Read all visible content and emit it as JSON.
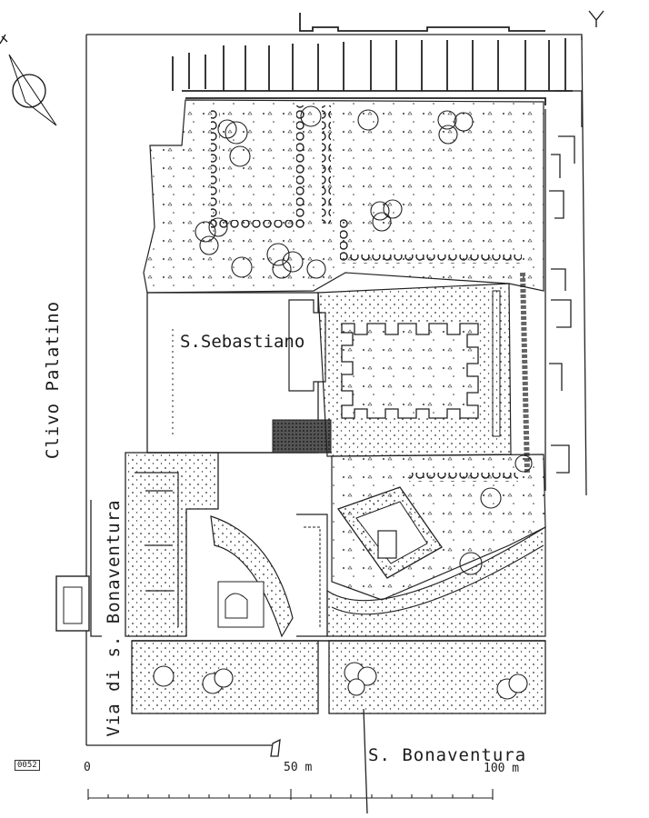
{
  "labels": {
    "street_left": "Clivo Palatino",
    "street_lower_left": "Via di s. Bonaventura",
    "church_main": "S.Sebastiano",
    "church_lower": "S. Bonaventura"
  },
  "scale_bar": {
    "ticks": [
      "0",
      "50 m",
      "100 m"
    ]
  },
  "figure_tag": "0052",
  "icons": {
    "north_arrow": "compass-needle-icon",
    "corner_mark": "survey-mark-icon"
  },
  "colors": {
    "ink": "#1a1a1a",
    "paper": "#ffffff",
    "stipple": "#2a2a2a"
  }
}
